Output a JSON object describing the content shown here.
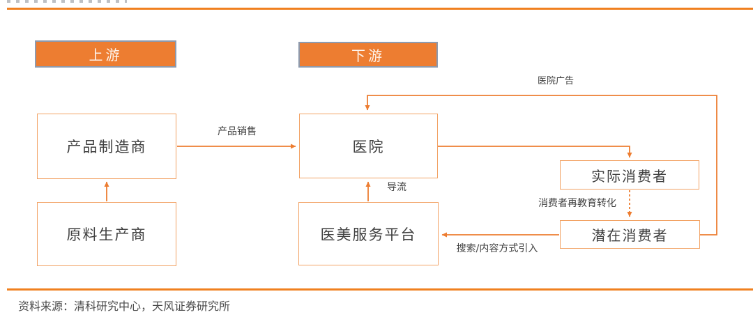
{
  "headers": [
    {
      "id": "upstream",
      "label": "上游"
    },
    {
      "id": "downstream",
      "label": "下游"
    }
  ],
  "nodes": [
    {
      "id": "product-manufacturer",
      "label": "产品制造商"
    },
    {
      "id": "raw-material-producer",
      "label": "原料生产商"
    },
    {
      "id": "hospital",
      "label": "医院"
    },
    {
      "id": "medical-aesthetics-platform",
      "label": "医美服务平台"
    },
    {
      "id": "actual-consumers",
      "label": "实际消费者"
    },
    {
      "id": "potential-consumers",
      "label": "潜在消费者"
    }
  ],
  "edges": [
    {
      "from": "原料生产商",
      "to": "产品制造商",
      "label": "",
      "style": "solid"
    },
    {
      "from": "产品制造商",
      "to": "医院",
      "label": "产品销售",
      "style": "solid"
    },
    {
      "from": "医美服务平台",
      "to": "医院",
      "label": "导流",
      "style": "solid"
    },
    {
      "from": "医院",
      "to": "实际消费者",
      "label": "",
      "style": "solid"
    },
    {
      "from": "实际消费者",
      "to": "潜在消费者",
      "label": "消费者再教育转化",
      "style": "dashed"
    },
    {
      "from": "潜在消费者",
      "to": "医院",
      "label": "医院广告",
      "style": "solid"
    },
    {
      "from": "潜在消费者",
      "to": "医美服务平台",
      "label": "搜索/内容方式引入",
      "style": "solid"
    }
  ],
  "source": {
    "text": "资料来源：清科研究中心，天风证券研究所"
  },
  "colors": {
    "accent_orange": "#ed7d31",
    "node_border": "#f2a264",
    "header_fill": "#ed7d31",
    "header_border": "#8d9aae",
    "header_text": "#fdf4ec",
    "rule_orange": "#f0801f",
    "node_text": "#3f3f3f",
    "source_text": "#4a4a4a"
  }
}
